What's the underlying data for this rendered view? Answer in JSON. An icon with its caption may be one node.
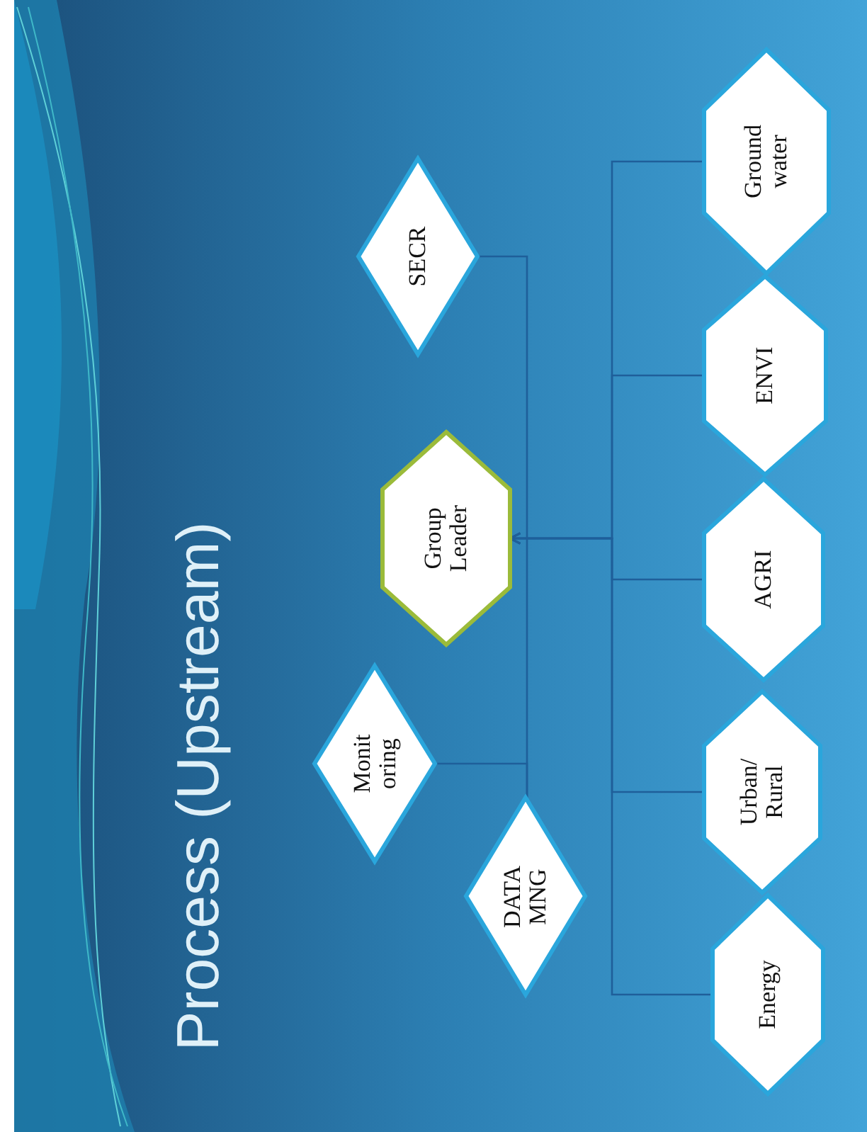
{
  "diagram": {
    "title": "Process (Upstream)",
    "nodes": [
      {
        "text": [
          "DATA MNG"
        ]
      },
      {
        "text": [
          "Monit oring"
        ]
      },
      {
        "text": [
          "Group Leader"
        ]
      },
      {
        "text": [
          "SECR"
        ]
      },
      {
        "text": [
          "Energy"
        ]
      },
      {
        "text": [
          "Urban/ Rural"
        ]
      },
      {
        "text": [
          "AGRI"
        ]
      },
      {
        "text": [
          "ENVI"
        ]
      },
      {
        "text": [
          "Ground water"
        ]
      }
    ],
    "edges": [
      {
        "from": 4,
        "to": 2,
        "arrow": "to"
      },
      {
        "from": 5,
        "to": 2,
        "arrow": "to"
      },
      {
        "from": 6,
        "to": 2,
        "arrow": "to"
      },
      {
        "from": 7,
        "to": 2,
        "arrow": "to"
      },
      {
        "from": 8,
        "to": 2,
        "arrow": "to"
      },
      {
        "from": 3,
        "to": 0,
        "arrow": "none"
      },
      {
        "from": 1,
        "to": 0,
        "arrow": "none"
      }
    ]
  }
}
